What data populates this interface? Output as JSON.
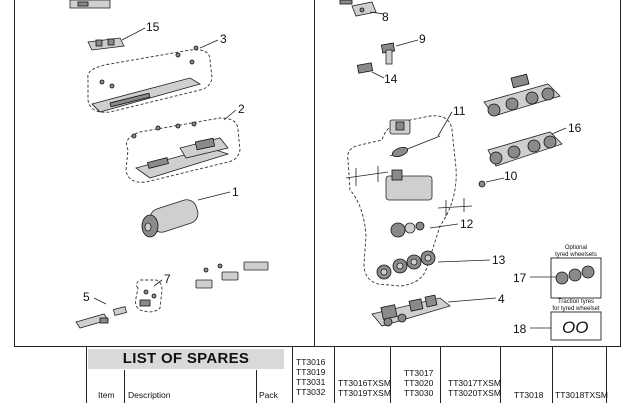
{
  "callouts": {
    "c1": "1",
    "c2": "2",
    "c3": "3",
    "c4": "4",
    "c5": "5",
    "c7": "7",
    "c8": "8",
    "c9": "9",
    "c10": "10",
    "c11": "11",
    "c12": "12",
    "c13": "13",
    "c14": "14",
    "c15": "15",
    "c16": "16",
    "c17": "17",
    "c18": "18"
  },
  "inset": {
    "optional_label_1": "Optional",
    "optional_label_2": "tyred wheelsets",
    "traction_label_1": "Traction tyres",
    "traction_label_2": "for tyred wheelset",
    "tyre_symbol": "OO"
  },
  "table": {
    "title": "LIST OF SPARES",
    "headers": {
      "item": "Item",
      "description": "Description",
      "pack": "Pack"
    },
    "code_columns": [
      {
        "lines": [
          "TT3016",
          "TT3019",
          "TT3031",
          "TT3032"
        ]
      },
      {
        "lines": [
          "TT3016TXSM",
          "TT3019TXSM"
        ]
      },
      {
        "lines": [
          "TT3017",
          "TT3020",
          "TT3030"
        ]
      },
      {
        "lines": [
          "TT3017TXSM",
          "TT3020TXSM"
        ]
      },
      {
        "lines": [
          "TT3018"
        ]
      },
      {
        "lines": [
          "TT3018TXSM"
        ]
      }
    ]
  }
}
